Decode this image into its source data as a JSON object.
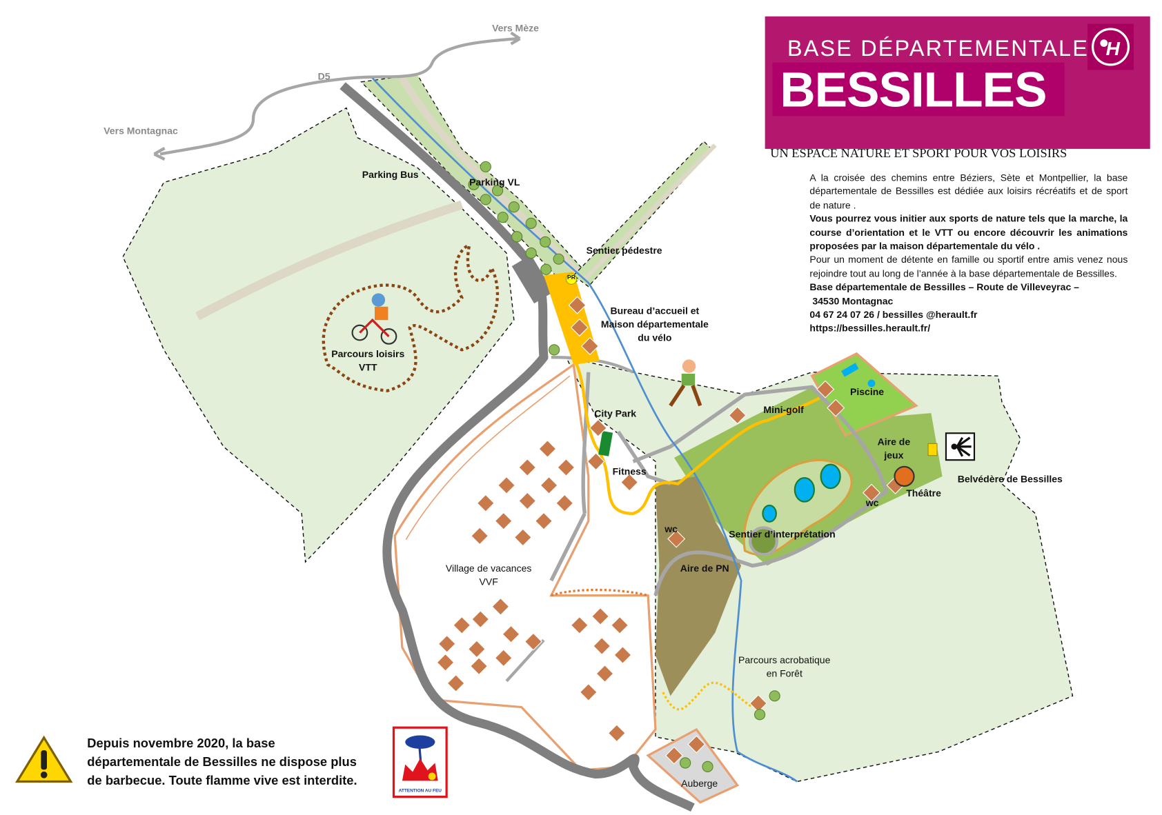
{
  "header": {
    "subtitle": "BASE DÉPARTEMENTALE",
    "title": "BESSILLES",
    "logo_text": "H",
    "brand_color": "#b3186e"
  },
  "tagline": "UN ESPACE NATURE ET SPORT POUR VOS LOISIRS",
  "intro": {
    "p1": "A la croisée des chemins entre Béziers, Sète et Montpellier, la base départementale de Bessilles est dédiée aux loisirs récréatifs et de sport de  nature .",
    "p2": "Vous pourrez vous initier aux sports de nature tels que la marche, la course d’orientation et le VTT ou encore découvrir les animations proposées par la maison départementale du vélo  .",
    "p3": "Pour un moment de détente en famille ou sportif entre amis venez nous rejoindre tout au long de l’année à la base départementale de Bessilles.",
    "address1": "Base départementale de Bessilles – Route de Villeveyrac –",
    "address2": " 34530 Montagnac",
    "contact": "04 67 24 07 26 / bessilles @herault.fr",
    "website": "https://bessilles.herault.fr/"
  },
  "notice": {
    "line1": "Depuis novembre 2020, la base",
    "line2": "départementale de Bessilles ne dispose plus",
    "line3": "de barbecue. Toute flamme vive est interdite.",
    "sign_text": "ATTENTION AU FEU",
    "icon": "warning-icon"
  },
  "map": {
    "vers_meze": "Vers Mèze",
    "d5": "D5",
    "vers_montagnac": "Vers Montagnac",
    "parking_bus": "Parking Bus",
    "parking_vl": "Parking VL",
    "sentier_pedestre": "Sentier pédestre",
    "pr": "PR",
    "bureau": [
      "Bureau d’accueil et",
      "Maison départementale",
      "du vélo"
    ],
    "vtt": [
      "Parcours loisirs",
      "VTT"
    ],
    "city_park": "City Park",
    "fitness": "Fitness",
    "mini_golf": "Mini-golf",
    "piscine": "Piscine",
    "aire_jeux": [
      "Aire de",
      "jeux"
    ],
    "belvedere": "Belvédère de  Bessilles",
    "theatre": "Théâtre",
    "wc": "wc",
    "sentier_interp": "Sentier d’interprétation",
    "aire_pn": "Aire de PN",
    "village": [
      "Village de vacances",
      "VVF"
    ],
    "acrobatique": [
      "Parcours acrobatique",
      "en Forêt"
    ],
    "auberge": "Auberge"
  }
}
